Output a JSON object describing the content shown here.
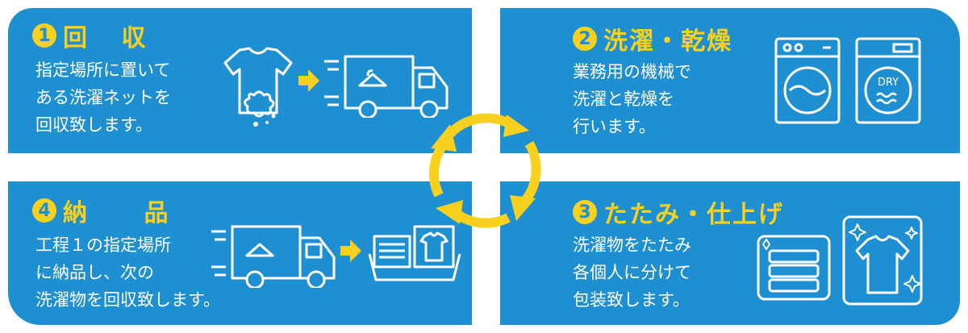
{
  "colors": {
    "panel": "#1e8fd0",
    "accent": "#f7d11e",
    "text": "#ffffff"
  },
  "steps": [
    {
      "number": "1",
      "title": "回 収",
      "description": "指定場所に置いて\nある洗濯ネットを\n回収致します。",
      "icons": [
        "dirty-shirt-icon",
        "arrow-right-icon",
        "delivery-truck-icon"
      ]
    },
    {
      "number": "2",
      "title": "洗濯・乾燥",
      "description": "業務用の機械で\n洗濯と乾燥を\n行います。",
      "icons": [
        "washing-machine-icon",
        "dryer-icon"
      ],
      "dryer_label": "DRY"
    },
    {
      "number": "3",
      "title": "たたみ・仕上げ",
      "description": "洗濯物をたたみ\n各個人に分けて\n包装致します。",
      "icons": [
        "folded-clothes-icon",
        "clean-shirt-icon"
      ]
    },
    {
      "number": "4",
      "title": "納 品",
      "description": "工程１の指定場所\nに納品し、次の\n洗濯物を回収致します。",
      "icons": [
        "delivery-truck-icon",
        "arrow-right-icon",
        "laundry-basket-icon"
      ]
    }
  ],
  "cycle_icon": "cycle-arrows-icon"
}
